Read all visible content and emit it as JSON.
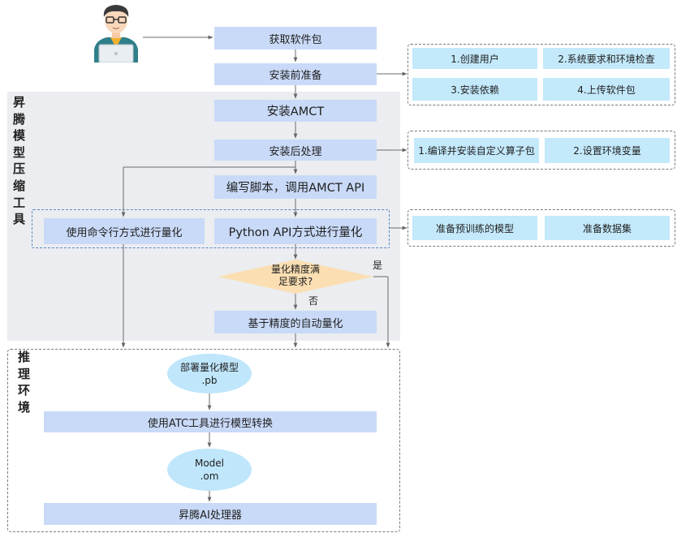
{
  "regions": {
    "ascend_tool_label": "昇腾模型压缩工具",
    "inference_label": "推理环境"
  },
  "steps": {
    "get_package": "获取软件包",
    "prepare_install": "安装前准备",
    "install_amct": "安装AMCT",
    "post_install": "安装后处理",
    "write_script": "编写脚本，调用AMCT API",
    "cmd_quant": "使用命令行方式进行量化",
    "python_quant": "Python API方式进行量化",
    "decision_line1": "量化精度满",
    "decision_line2": "足要求?",
    "yes": "是",
    "no": "否",
    "auto_quant": "基于精度的自动量化",
    "deploy_model_line1": "部署量化模型",
    "deploy_model_line2": ".pb",
    "atc_convert": "使用ATC工具进行模型转换",
    "model_om_line1": "Model",
    "model_om_line2": ".om",
    "ascend_ai": "昇腾AI处理器"
  },
  "prep_details": [
    "1.创建用户",
    "2.系统要求和环境检查",
    "3.安装依赖",
    "4.上传软件包"
  ],
  "post_details": [
    "1.编译并安装自定义算子包",
    "2.设置环境变量"
  ],
  "quant_details": [
    "准备预训练的模型",
    "准备数据集"
  ],
  "colors": {
    "step_fill": "#c9daf8",
    "detail_fill": "#c3e9fb",
    "decision_fill": "#fbdfb3",
    "region_fill": "#ebedf0",
    "ellipse_fill": "#bfe6fb"
  }
}
